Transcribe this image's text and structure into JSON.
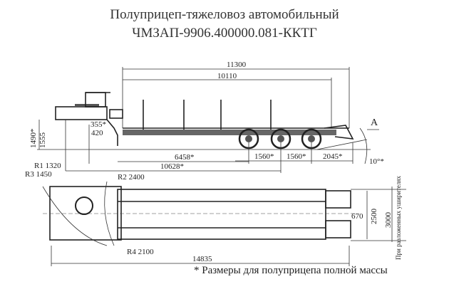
{
  "title": {
    "line1": "Полуприцеп-тяжеловоз автомобильный",
    "line2": "ЧМЗАП-9906.400000.081-ККТГ"
  },
  "side_view": {
    "dims": {
      "overall_length": "11300",
      "deck_length": "10110",
      "coupling_height_loaded": "1490*",
      "coupling_height": "1555",
      "deck_height_loaded": "355*",
      "deck_height": "420",
      "kingpin_to_axle": "6458*",
      "kingpin_to_mid_axle": "10628*",
      "axle_spacing_1": "1560*",
      "axle_spacing_2": "1560*",
      "rear_overhang": "2045*",
      "departure_angle": "10°*",
      "view_label": "A"
    }
  },
  "top_view": {
    "dims": {
      "r1": "R1 1320",
      "r3": "R3 1450",
      "r2": "R2 2400",
      "r4": "R4 2100",
      "total_length": "14835",
      "ramp_width": "670",
      "width": "2500",
      "width_extended": "3000",
      "extended_note": "При разложенных уширителях"
    }
  },
  "footnote": "* Размеры для полуприцепа полной массы"
}
